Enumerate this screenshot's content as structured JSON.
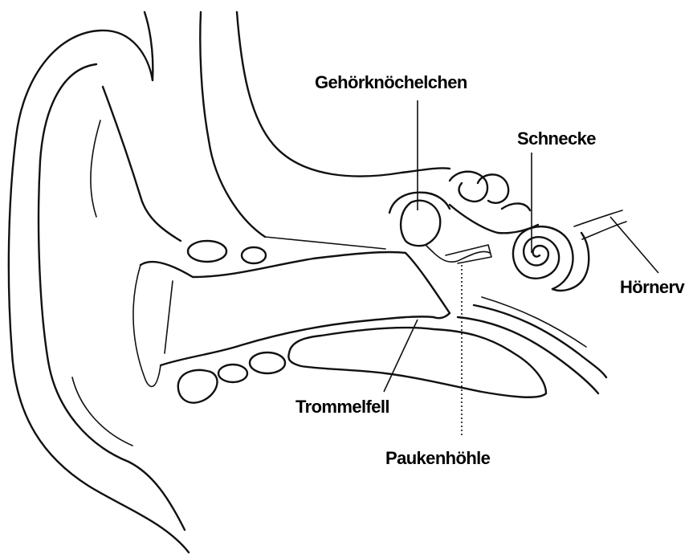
{
  "labels": {
    "ossicles": "Gehörknöchelchen",
    "cochlea": "Schnecke",
    "auditory_nerve": "Hörnerv",
    "eardrum": "Trommelfell",
    "tympanic_cavity": "Paukenhöhle"
  }
}
